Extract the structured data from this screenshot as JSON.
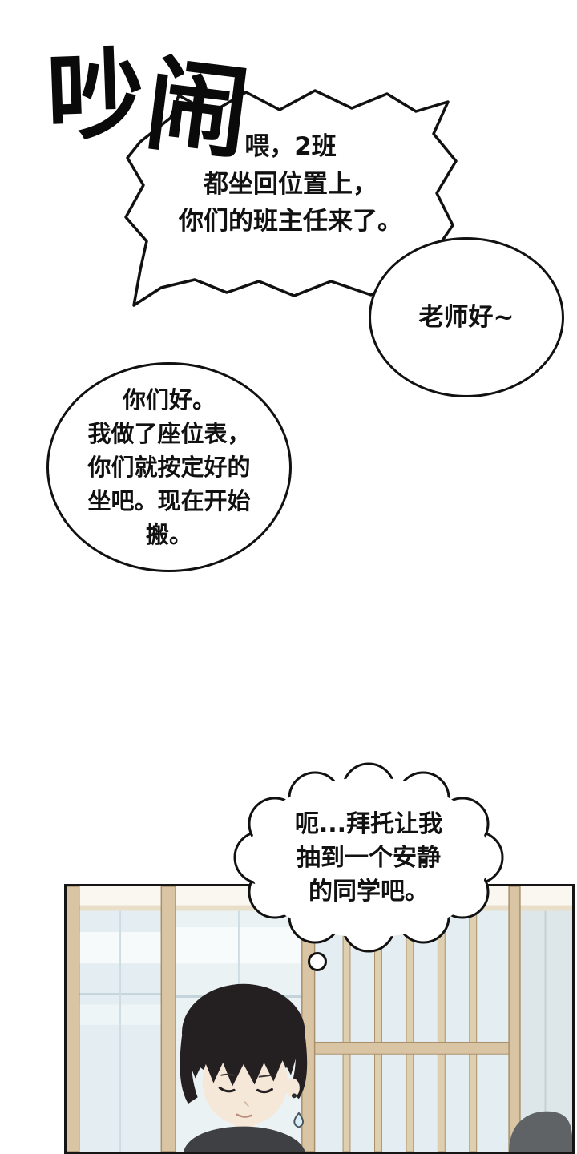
{
  "sfx": {
    "char1": "吵",
    "char2": "闹"
  },
  "bubbles": {
    "announcement": "喂，2班\n都坐回位置上，\n你们的班主任来了。",
    "greeting": "老师好~",
    "teacher": "你们好。\n我做了座位表，\n你们就按定好的\n坐吧。现在开始\n搬。",
    "thought": "呃...拜托让我\n抽到一个安静\n的同学吧。"
  },
  "colors": {
    "ink": "#111111",
    "wood": "#d9c5a4",
    "wood_line": "#a98f6b",
    "glass": "#e4edf1",
    "skin": "#f6e8d9",
    "hair": "#241f20",
    "shirt": "#3e4044",
    "figure": "#5f6366"
  }
}
